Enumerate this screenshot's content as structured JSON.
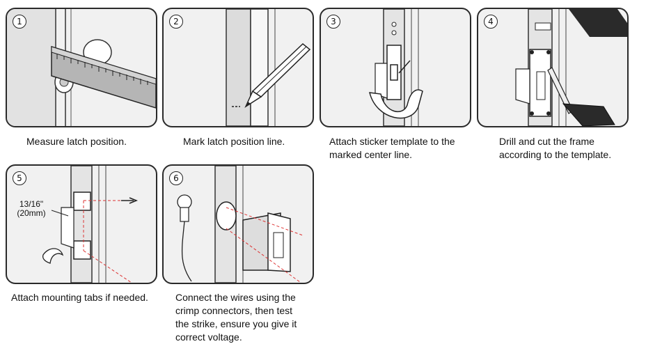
{
  "steps": [
    {
      "number": "1",
      "caption": "Measure latch position."
    },
    {
      "number": "2",
      "caption": "Mark latch position line."
    },
    {
      "number": "3",
      "caption": "Attach sticker template to the\nmarked center line."
    },
    {
      "number": "4",
      "caption": "Drill and cut the frame\naccording to the template."
    },
    {
      "number": "5",
      "caption": "Attach mounting tabs if needed.",
      "measurement": "13/16\"\n(20mm)"
    },
    {
      "number": "6",
      "caption": "Connect the wires using the\ncrimp connectors, then test\nthe strike, ensure you give it\ncorrect voltage."
    }
  ]
}
